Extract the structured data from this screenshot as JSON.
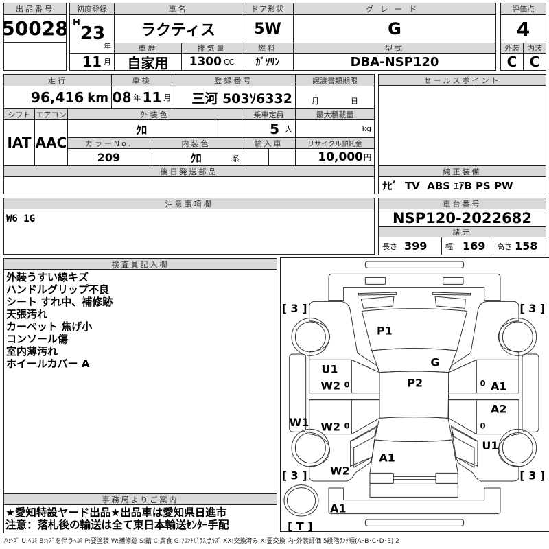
{
  "lot": {
    "label": "出品番号",
    "value": "50028"
  },
  "first_reg": {
    "label": "初度登録",
    "era": "H",
    "year": "23",
    "year_unit": "年",
    "month": "11",
    "month_unit": "月"
  },
  "car_name": {
    "label": "車名",
    "value": "ラクティス"
  },
  "door": {
    "label": "ドア形状",
    "value": "5W"
  },
  "grade": {
    "label": "グレード",
    "value": "G"
  },
  "history": {
    "label": "車歴",
    "value": "自家用"
  },
  "displacement": {
    "label": "排気量",
    "value": "1300",
    "unit": "CC"
  },
  "fuel": {
    "label": "燃料",
    "value": "ｶﾞｿﾘﾝ"
  },
  "model": {
    "label": "型式",
    "value": "DBA-NSP120"
  },
  "score": {
    "label": "評価点",
    "value": "4",
    "ext_label": "外装",
    "int_label": "内装",
    "ext": "C",
    "int": "C"
  },
  "mileage": {
    "label": "走行",
    "value": "96,416",
    "unit": "km"
  },
  "inspection": {
    "label": "車検",
    "year": "08",
    "year_unit": "年",
    "month": "11",
    "month_unit": "月"
  },
  "plate": {
    "label": "登録番号",
    "value": "三河 503ｿ6332"
  },
  "transfer": {
    "label": "譲渡書類期限",
    "month_unit": "月",
    "day_unit": "日"
  },
  "shift": {
    "label": "シフト",
    "value": "IAT"
  },
  "aircon": {
    "label": "エアコン",
    "value": "AAC"
  },
  "ext_color": {
    "label": "外装色",
    "value": "ｸﾛ"
  },
  "capacity": {
    "label": "乗車定員",
    "value": "5",
    "unit": "人"
  },
  "max_load": {
    "label": "最大積載量",
    "unit": "kg"
  },
  "color_no": {
    "label": "カラーNo.",
    "value": "209"
  },
  "int_color": {
    "label": "内装色",
    "value": "ｸﾛ",
    "unit": "系"
  },
  "import": {
    "label": "輸入車"
  },
  "recycle": {
    "label": "リサイクル預託金",
    "value": "10,000",
    "unit": "円"
  },
  "later_parts": {
    "label": "後日発送部品"
  },
  "sales_point": {
    "label": "セールスポイント"
  },
  "equipment": {
    "label": "純正装備",
    "value": "ﾅﾋﾞ  TV  ABS ｴｱB PS PW"
  },
  "chassis": {
    "label": "車台番号",
    "value": "NSP120-2022682"
  },
  "spec": {
    "label": "諸元",
    "length_label": "長さ",
    "length": "399",
    "width_label": "幅",
    "width": "169",
    "height_label": "高さ",
    "height": "158"
  },
  "caution": {
    "label": "注意事項欄",
    "value": "W6 1G"
  },
  "inspector": {
    "label": "検査員記入欄",
    "lines": [
      "外装うすい線キズ",
      "ハンドルグリップ不良",
      "シート すれ中、補修跡",
      "天張汚れ",
      "カーペット 焦げ小",
      "コンソール傷",
      "室内薄汚れ",
      "ホイールカバー A"
    ]
  },
  "office": {
    "label": "事務局よりご案内",
    "lines": [
      "★愛知特設ヤード出品★出品車は愛知県日進市",
      "注意：落札後の輸送は全て東日本輸送ｾﾝﾀｰ手配"
    ]
  },
  "diagram": {
    "tires": [
      "[ 3 ]",
      "[ 3 ]",
      "[ 3 ]",
      "[ 3 ]",
      "[ T ]"
    ],
    "marks": [
      "P1",
      "G",
      "P2",
      "U1",
      "W2",
      "0",
      "W2",
      "0",
      "W1",
      "W2",
      "A1",
      "A1",
      "0",
      "A1",
      "A2",
      "0",
      "U1"
    ]
  },
  "legend": "A:ｷｽﾞ  U:ﾍｺﾐ  B:ｷｽﾞを伴うﾍｺﾐ  P:要塗装  W:補修跡  S:錆  C:腐食  G:ﾌﾛﾝﾄｶﾞﾗｽ点ｷｽﾞ  XX:交換済み  X:要交換   内･外装評価  5段階ﾗﾝｸ順(A･B･C･D･E) 2"
}
